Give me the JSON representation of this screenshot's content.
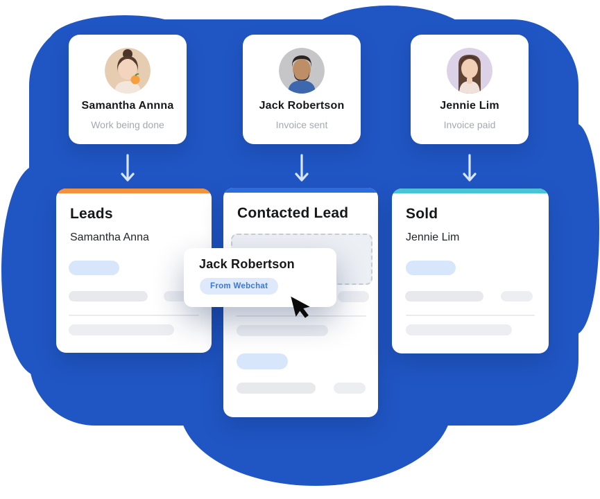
{
  "people": [
    {
      "name": "Samantha Annna",
      "status": "Work being done"
    },
    {
      "name": "Jack Robertson",
      "status": "Invoice sent"
    },
    {
      "name": "Jennie Lim",
      "status": "Invoice paid"
    }
  ],
  "columns": [
    {
      "title": "Leads",
      "card_name": "Samantha Anna",
      "accent": "#F0923E"
    },
    {
      "title": "Contacted Lead",
      "card_name": "",
      "accent": "#2E6BDB"
    },
    {
      "title": "Sold",
      "card_name": "Jennie Lim",
      "accent": "#4AC4D4"
    }
  ],
  "drag_card": {
    "name": "Jack Robertson",
    "badge": "From Webchat"
  },
  "colors": {
    "background_blob": "#2056C4",
    "leads_accent": "#F0923E",
    "contacted_accent": "#2E6BDB",
    "sold_accent": "#4AC4D4",
    "badge_bg": "#DEEAFB",
    "badge_text": "#3D77D6",
    "skeleton_blue": "#D7E6FA",
    "skeleton_gray": "#E7E9ED",
    "arrow": "#D9E6F9",
    "card_bg": "#FFFFFF",
    "title_text": "#15171B",
    "status_text": "#A4A8B0"
  }
}
